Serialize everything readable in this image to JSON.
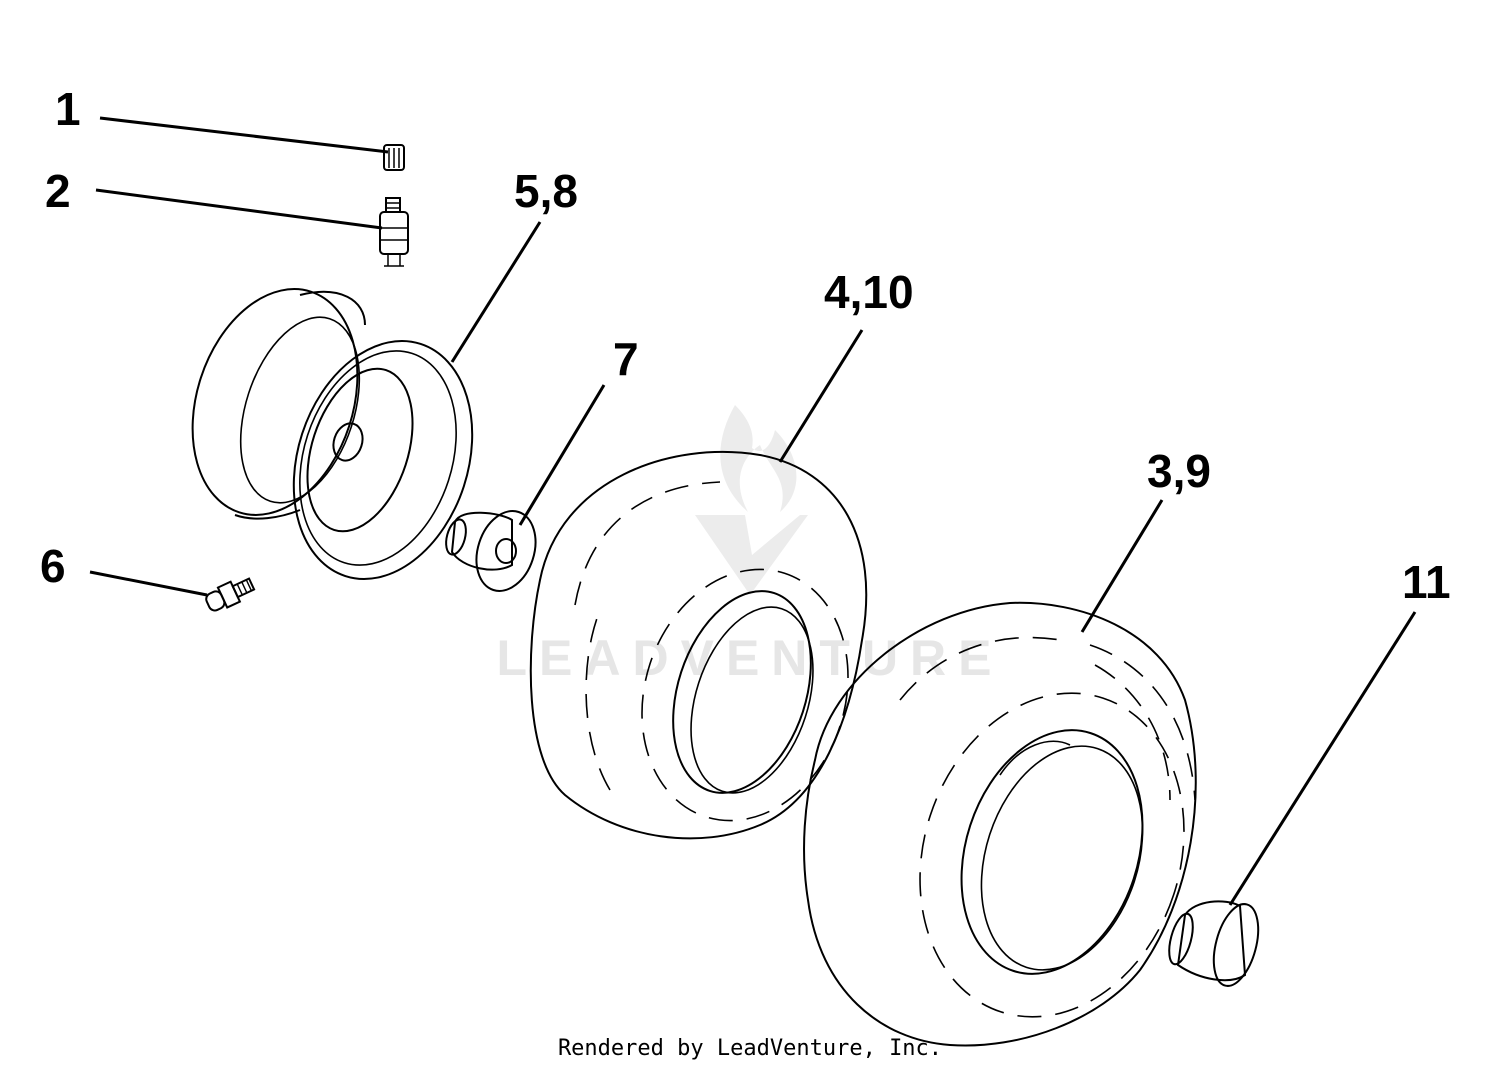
{
  "callouts": {
    "c1": "1",
    "c2": "2",
    "c58": "5,8",
    "c410": "4,10",
    "c7": "7",
    "c39": "3,9",
    "c6": "6",
    "c11": "11"
  },
  "watermark": "LEADVENTURE",
  "footer": "Rendered by LeadVenture, Inc.",
  "colors": {
    "line": "#000000",
    "background": "#ffffff",
    "watermark": "#e6e6e6"
  }
}
